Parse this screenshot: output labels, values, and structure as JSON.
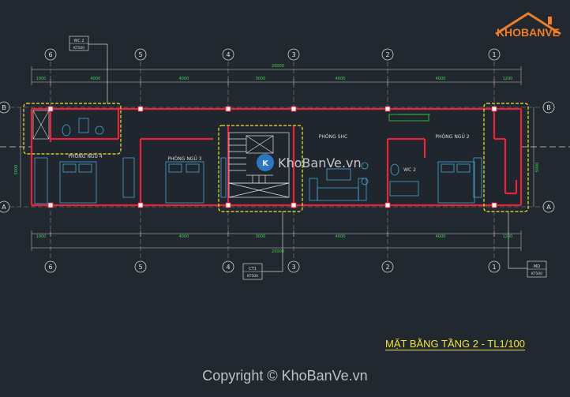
{
  "grid": {
    "columns": [
      "6",
      "5",
      "4",
      "3",
      "2",
      "1"
    ],
    "rows": [
      "B",
      "A"
    ]
  },
  "rooms": {
    "phong_ngu_4": "PHÒNG NGỦ 4",
    "phong_ngu_3": "PHÒNG NGỦ 3",
    "phong_shc": "PHÒNG SHC",
    "phong_ngu_2": "PHÒNG NGỦ 2",
    "wc_2": "WC 2"
  },
  "callouts": {
    "top_left": {
      "l1": "WC 2",
      "l2": "KT500"
    },
    "bottom_center": {
      "l1": "CT1",
      "l2": "KT500"
    },
    "bottom_right": {
      "l1": "MD",
      "l2": "KT500"
    }
  },
  "dimensions": {
    "top_total": "20000",
    "top_segments": [
      "1000",
      "4000",
      "4000",
      "3000",
      "4000",
      "4000",
      "1200"
    ],
    "bottom_total": "20000",
    "bottom_segments": [
      "1000",
      "4000",
      "3000",
      "4000",
      "4000",
      "1200"
    ],
    "left_side": "5000",
    "right_side": "5000"
  },
  "title": "MẶT BẰNG TẦNG 2 - TL1/100",
  "watermark_center": "KhoBanVe.vn",
  "copyright": "Copyright © KhoBanVe.vn",
  "logo": "KHOBANVE",
  "colors": {
    "background": "#212830",
    "wall": "#e8233a",
    "highlight": "#f0e63a",
    "dimension": "#3fd04a",
    "furniture": "#4aa3d6"
  }
}
